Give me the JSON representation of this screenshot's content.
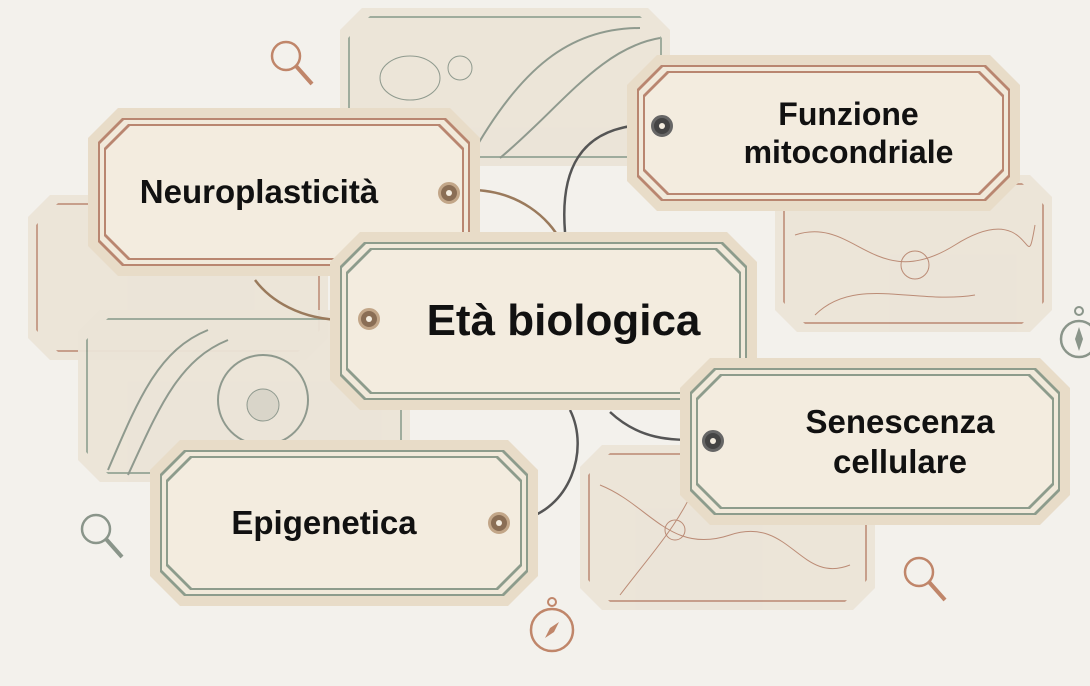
{
  "tags": {
    "center": "Età biologica",
    "neuroplasticity": "Neuroplasticità",
    "mitochondria_line1": "Funzione",
    "mitochondria_line2": "mitocondriale",
    "senescence_line1": "Senescenza",
    "senescence_line2": "cellulare",
    "epigenetics": "Epigenetica"
  },
  "colors": {
    "red_border": "#b98670",
    "green_border": "#8d9c8c",
    "paper": "#f3ecdf",
    "background": "#f3f1ec"
  },
  "icons": [
    "magnifier-icon",
    "compass-icon",
    "dna-illustration",
    "cell-illustration",
    "neuron-illustration"
  ]
}
